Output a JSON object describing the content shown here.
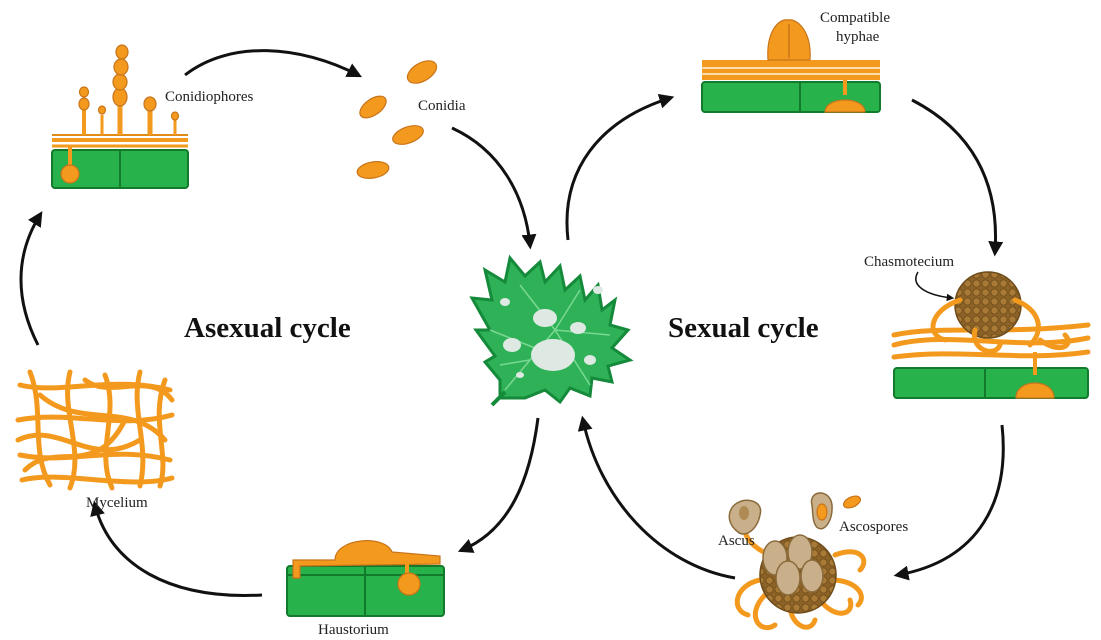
{
  "titles": {
    "asexual": "Asexual cycle",
    "sexual": "Sexual cycle"
  },
  "labels": {
    "conidiophores": "Conidiophores",
    "conidia": "Conidia",
    "mycelium": "Mycelium",
    "haustorium": "Haustorium",
    "compatible_line1": "Compatible",
    "compatible_line2": "hyphae",
    "chasmotecium": "Chasmotecium",
    "ascus": "Ascus",
    "ascospores": "Ascospores"
  },
  "colors": {
    "fungus": "#f39a1e",
    "fungus_dark": "#c8741a",
    "plant": "#28b24b",
    "plant_dark": "#137a2c",
    "ascocarp": "#9a6e2e",
    "ascus": "#c9b08a",
    "mildew": "#dfe9e3",
    "arrow": "#111111"
  }
}
